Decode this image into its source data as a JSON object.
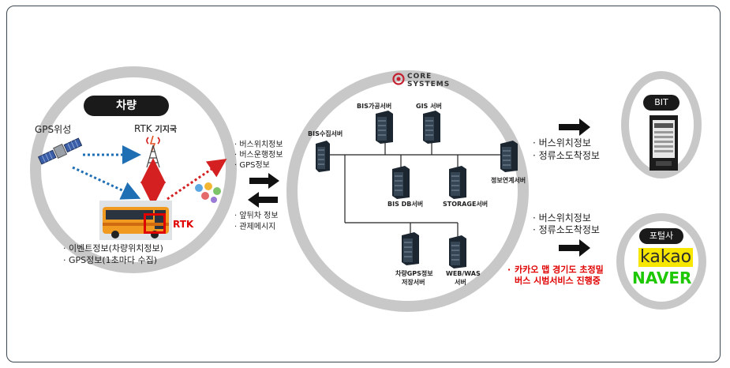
{
  "vehicle": {
    "title": "차량",
    "gps_satellite": "GPS위성",
    "rtk_station_prefix": "RTK",
    "rtk_station_suffix": "기지국",
    "rtk_label": "RTK",
    "notes": [
      "· 이벤트정보(차량위치정보)",
      "· GPS정보(1초마다 수집)"
    ]
  },
  "uplink": {
    "items": [
      "· 버스위치정보",
      "· 버스운행정보",
      "· GPS정보"
    ]
  },
  "downlink": {
    "items": [
      "· 앞뒤차 정보",
      "· 관제메시지"
    ]
  },
  "center": {
    "logo_line1": "CORE",
    "logo_line2": "SYSTEMS",
    "servers": {
      "bis_collect": "BIS수집서버",
      "bis_process": "BIS가공서버",
      "gis": "GIS 서버",
      "bis_db": "BIS DB서버",
      "storage": "STORAGE서버",
      "info_link": "정보연계서버",
      "gps_store_line1": "차량GPS정보",
      "gps_store_line2": "저장서버",
      "web_was_line1": "WEB/WAS",
      "web_was_line2": "서버"
    }
  },
  "to_bit": {
    "items": [
      "· 버스위치정보",
      "· 정류소도착정보"
    ]
  },
  "to_portal": {
    "items": [
      "· 버스위치정보",
      "· 정류소도착정보"
    ]
  },
  "bit": {
    "title": "BIT"
  },
  "portal": {
    "title": "포털사",
    "kakao": "kakao",
    "naver": "NAVER"
  },
  "service_note": {
    "bullet": "·",
    "line1": "카카오 맵 경기도 초정밀",
    "line2": "버스 시범서비스 진행중",
    "color": "#e00000"
  },
  "colors": {
    "ring": "#c8c8c8",
    "dotted_blue": "#1f6fb5",
    "dotted_red": "#d42020",
    "kakao_bg": "#f7e600",
    "naver_green": "#1ec800"
  }
}
